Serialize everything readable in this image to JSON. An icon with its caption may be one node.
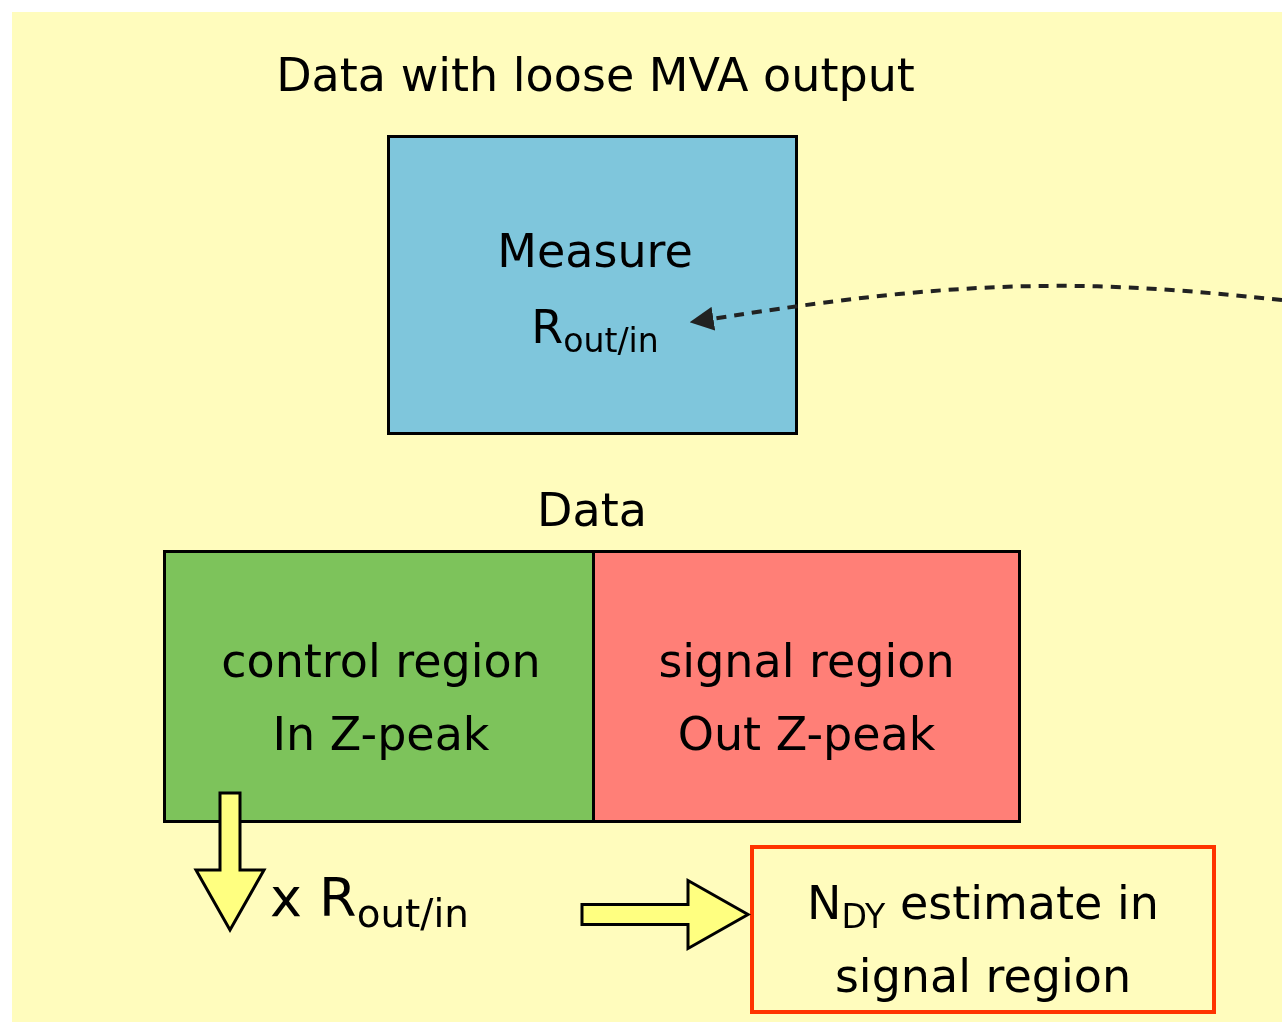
{
  "diagram": {
    "nodes": [
      {
        "text": [
          "Data with loose MVA output",
          "Measure R$_{out/in}$"
        ]
      },
      {
        "text": [
          "Data"
        ]
      },
      {
        "text": [
          "control region In Z-peak"
        ],
        "in": 1
      },
      {
        "text": [
          "signal region Out Z-peak"
        ],
        "in": 1
      },
      {
        "text": [
          "x R$_{out/in}$"
        ]
      },
      {
        "text": [
          "N$_{DY}$ estimate in signal region"
        ]
      }
    ],
    "edges": [
      {
        "from": null,
        "to": 0,
        "arrow": "to",
        "style": "dashed"
      },
      {
        "from": 2,
        "to": 4,
        "arrow": "to",
        "style": "thick"
      },
      {
        "from": 4,
        "to": 5,
        "arrow": "to",
        "style": "thick"
      }
    ]
  }
}
